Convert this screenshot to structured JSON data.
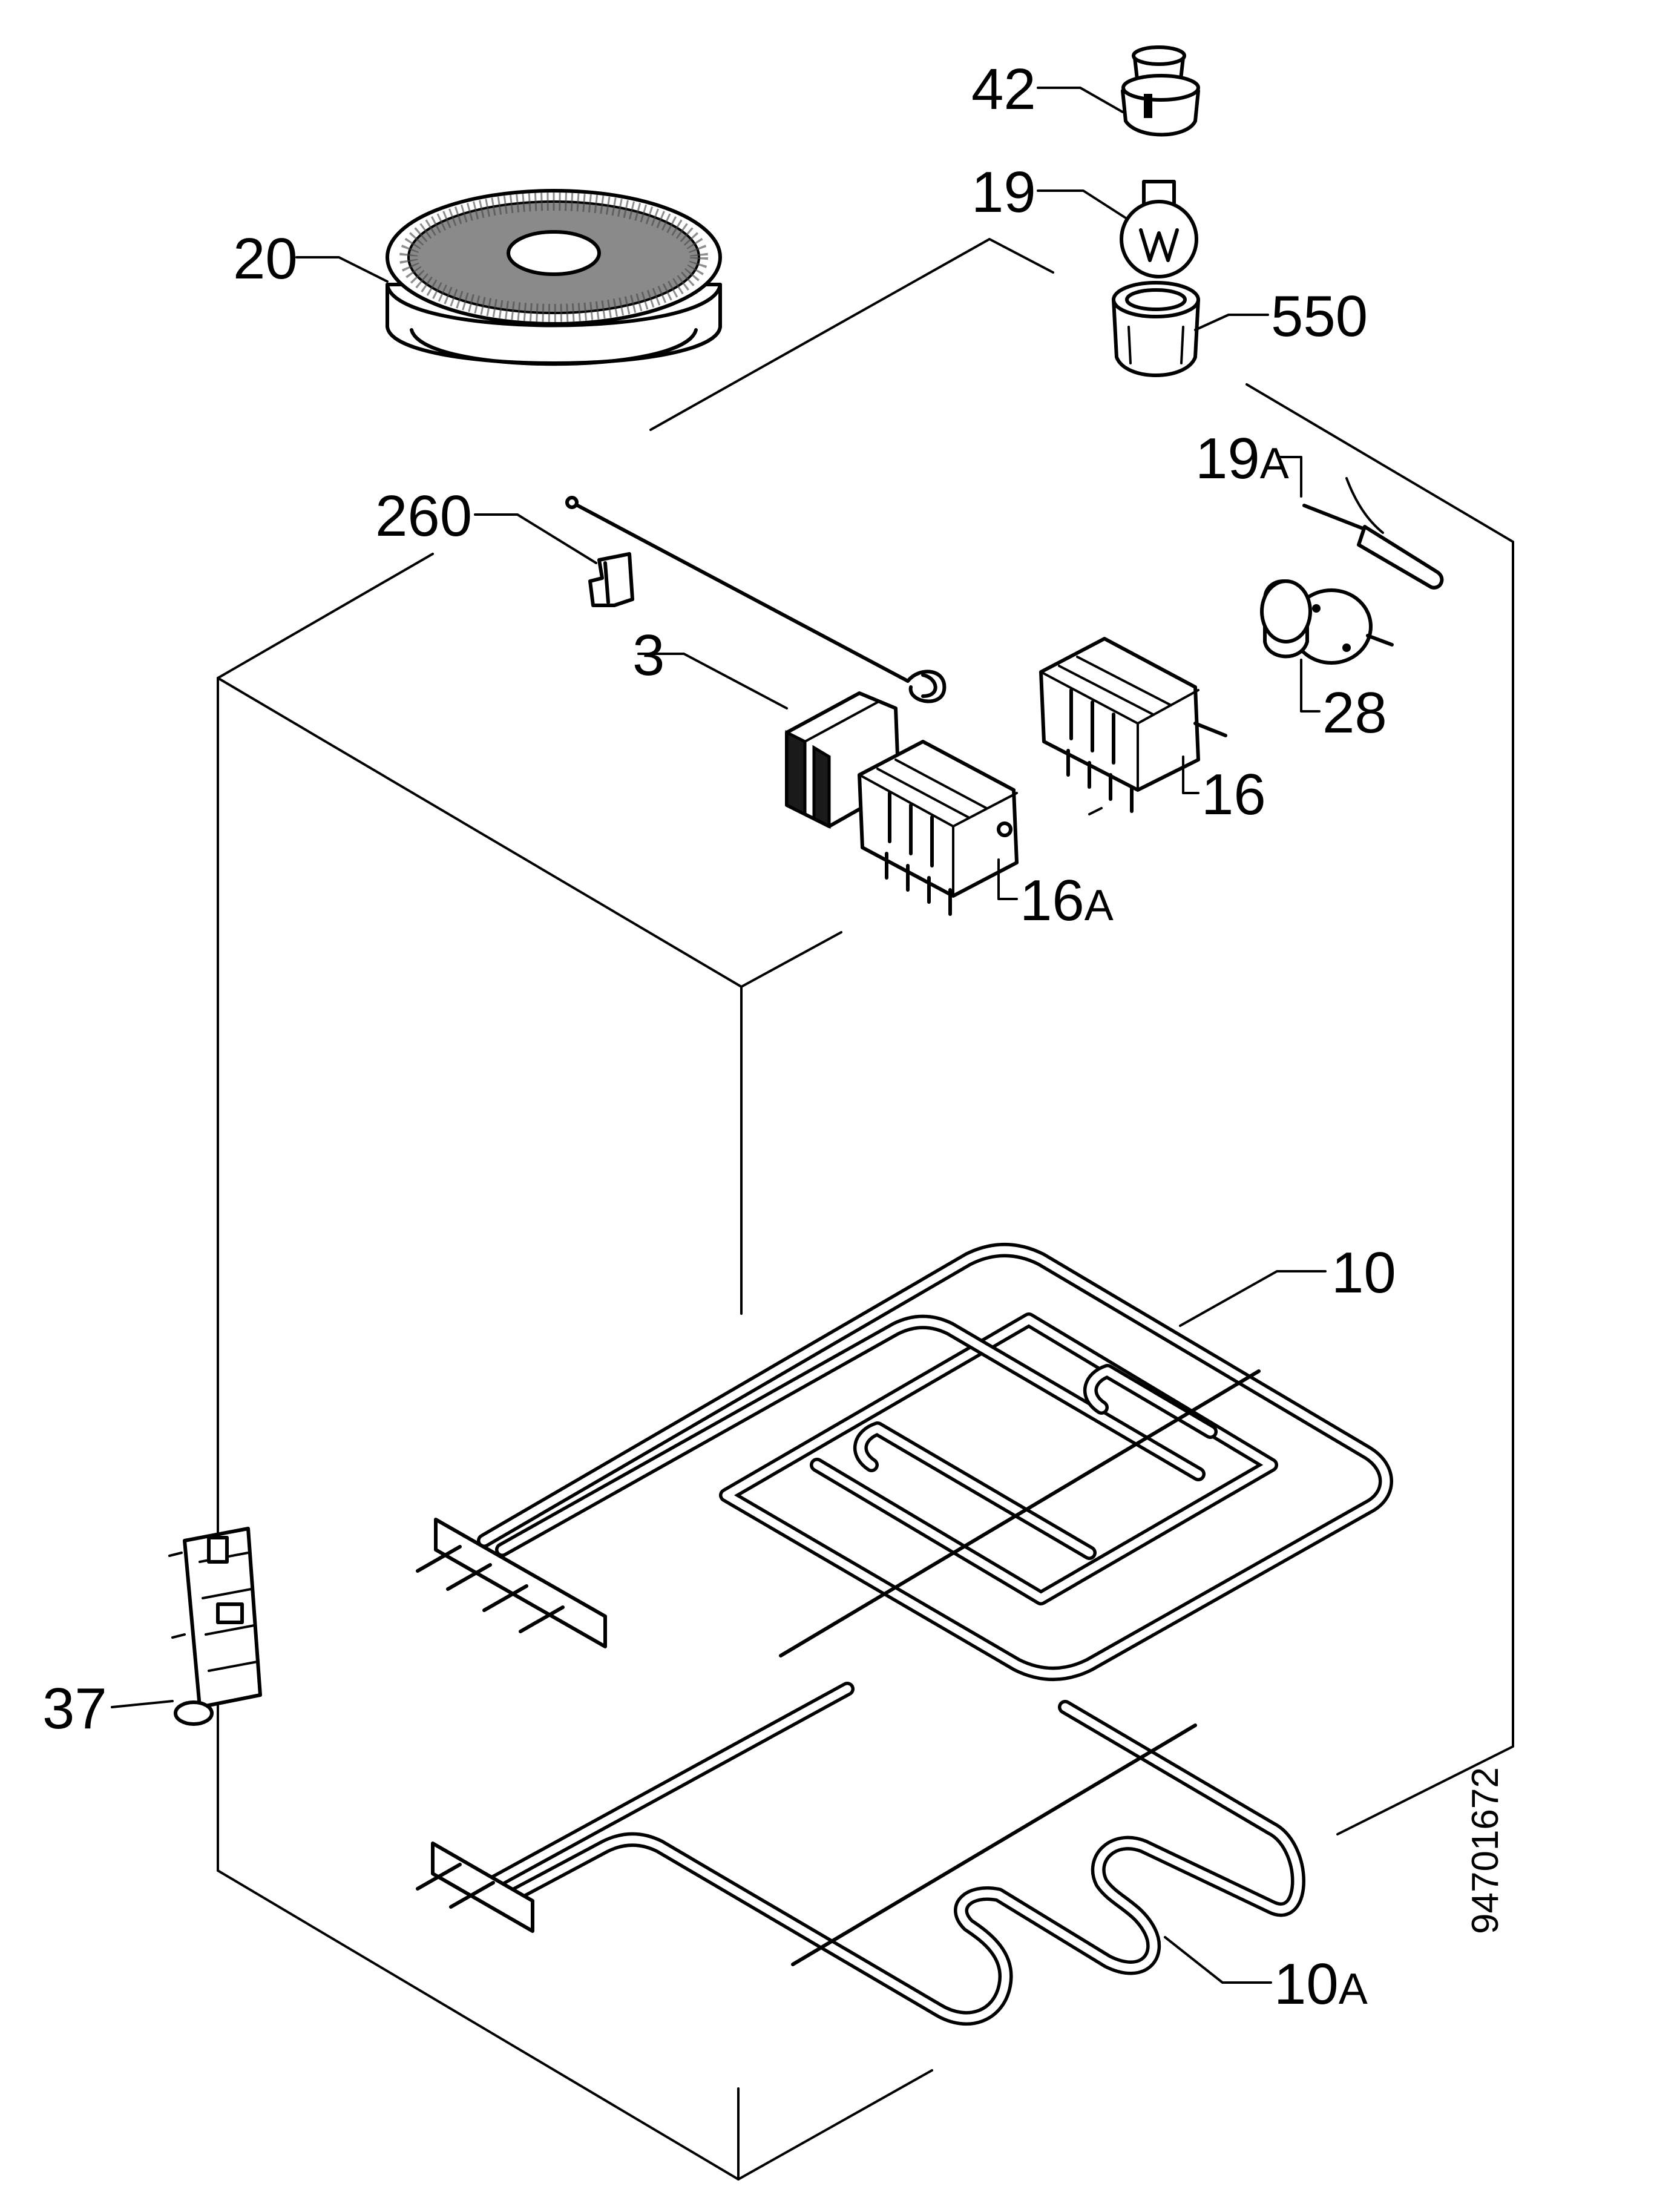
{
  "labels": {
    "p42": "42",
    "p19": "19",
    "p20": "20",
    "p550": "550",
    "p19a_num": "19",
    "p19a_suffix": "A",
    "p260": "260",
    "p3": "3",
    "p28": "28",
    "p16": "16",
    "p16a_num": "16",
    "p16a_suffix": "A",
    "p10": "10",
    "p37": "37",
    "p10a_num": "10",
    "p10a_suffix": "A"
  },
  "document_number": "94701672",
  "colors": {
    "ink": "#000000",
    "paper": "#ffffff"
  }
}
